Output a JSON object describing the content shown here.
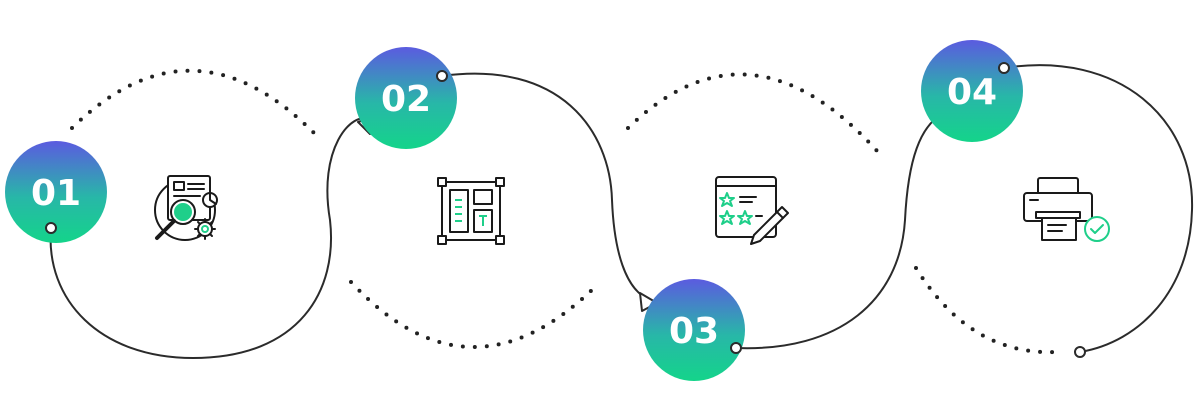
{
  "steps": [
    {
      "number": "01",
      "icon": "document-search-gear-icon"
    },
    {
      "number": "02",
      "icon": "layout-wireframe-icon"
    },
    {
      "number": "03",
      "icon": "rating-review-edit-icon"
    },
    {
      "number": "04",
      "icon": "printer-check-icon"
    }
  ],
  "colors": {
    "gradient_top": "#5b5be0",
    "gradient_bottom": "#14d48a",
    "line": "#2b2b2b",
    "accent": "#1fcf8a",
    "dots": "#222222"
  }
}
